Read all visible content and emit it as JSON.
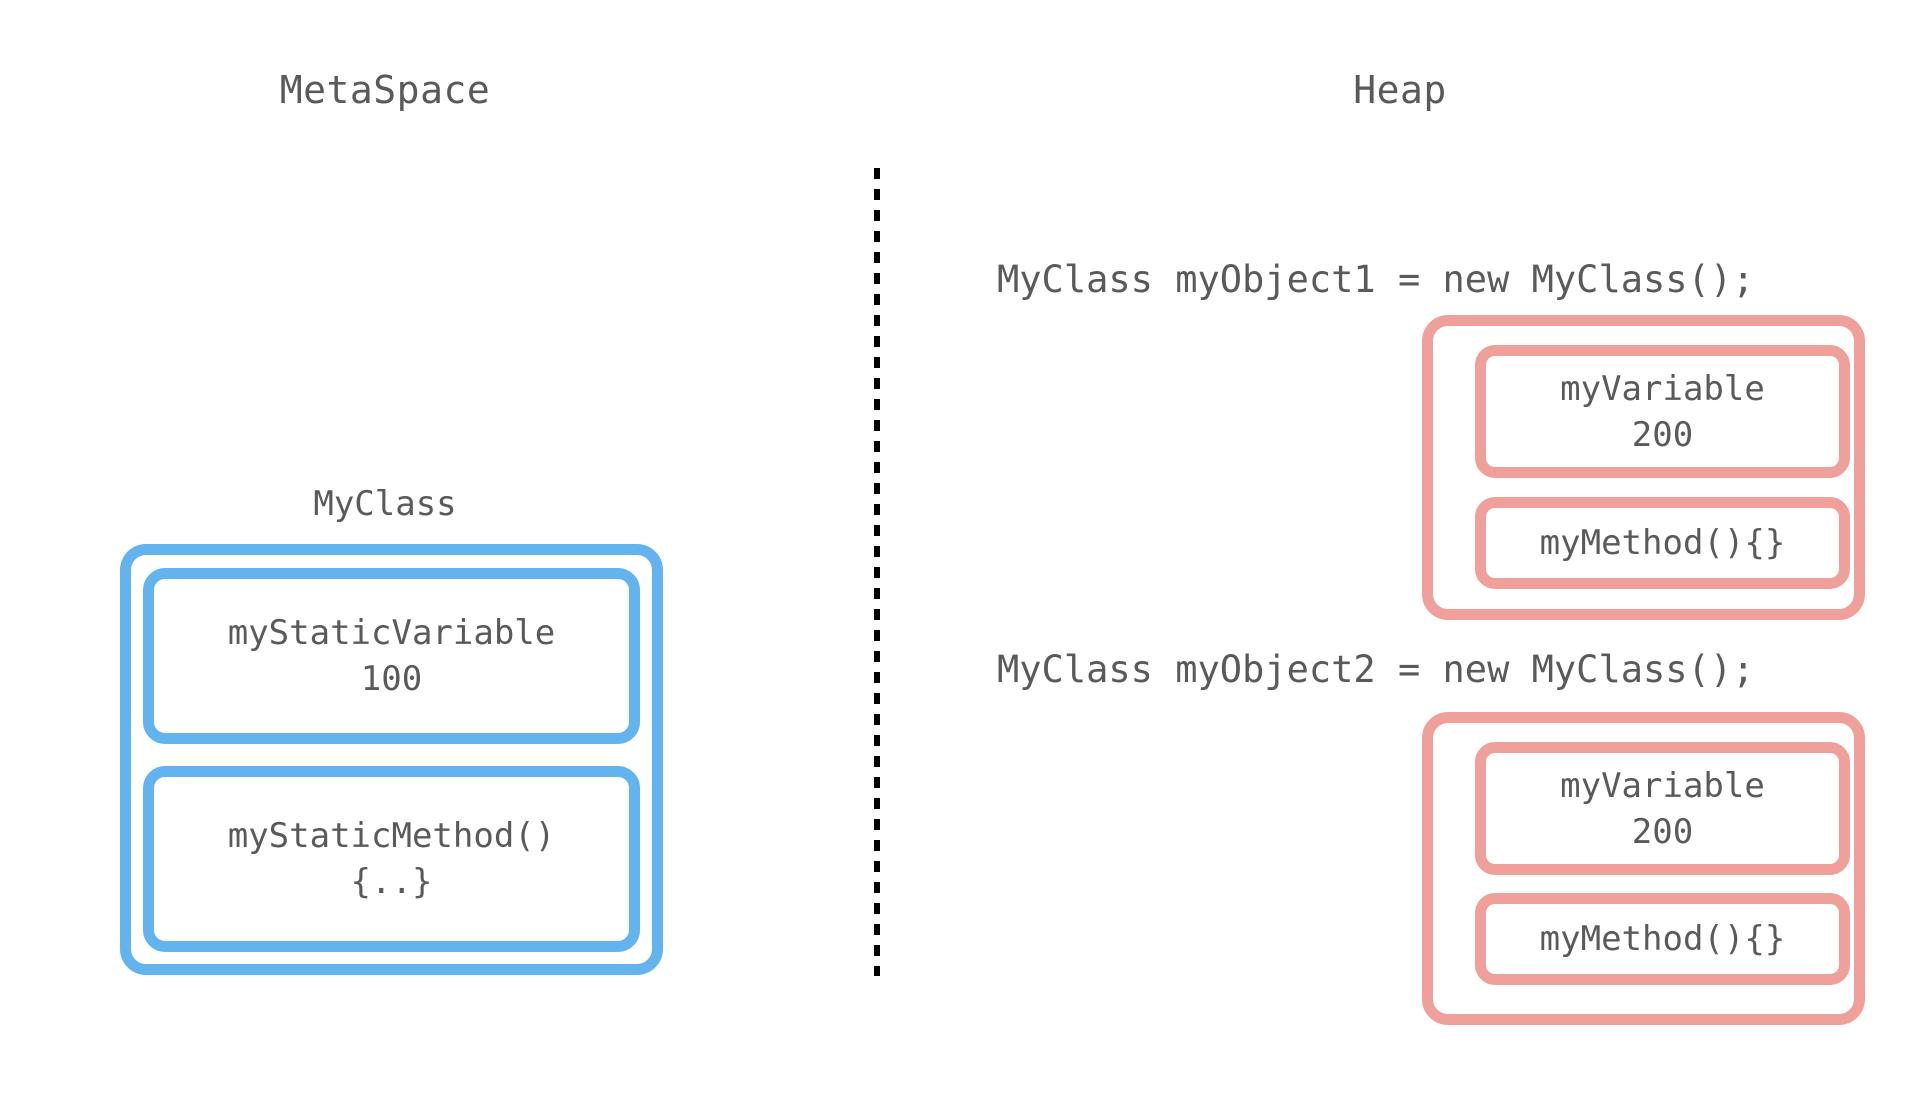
{
  "diagram": {
    "title_metaspace": "MetaSpace",
    "title_heap": "Heap",
    "colors": {
      "metaspace_border": "#63b3ef",
      "heap_border": "#f0a09a",
      "text": "#5a5a5a",
      "divider": "#000000",
      "background": "#ffffff"
    },
    "divider": {
      "style": "dashed",
      "orientation": "vertical"
    }
  },
  "metaspace": {
    "class_label": "MyClass",
    "members": [
      {
        "name": "myStaticVariable",
        "value": "100"
      },
      {
        "name": "myStaticMethod()",
        "value": "{..}"
      }
    ]
  },
  "heap": {
    "statements": [
      "MyClass myObject1 = new MyClass();",
      "MyClass myObject2 = new MyClass();"
    ],
    "objects": [
      {
        "members": [
          {
            "name": "myVariable",
            "value": "200"
          },
          {
            "name": "myMethod(){}",
            "value": ""
          }
        ]
      },
      {
        "members": [
          {
            "name": "myVariable",
            "value": "200"
          },
          {
            "name": "myMethod(){}",
            "value": ""
          }
        ]
      }
    ]
  }
}
